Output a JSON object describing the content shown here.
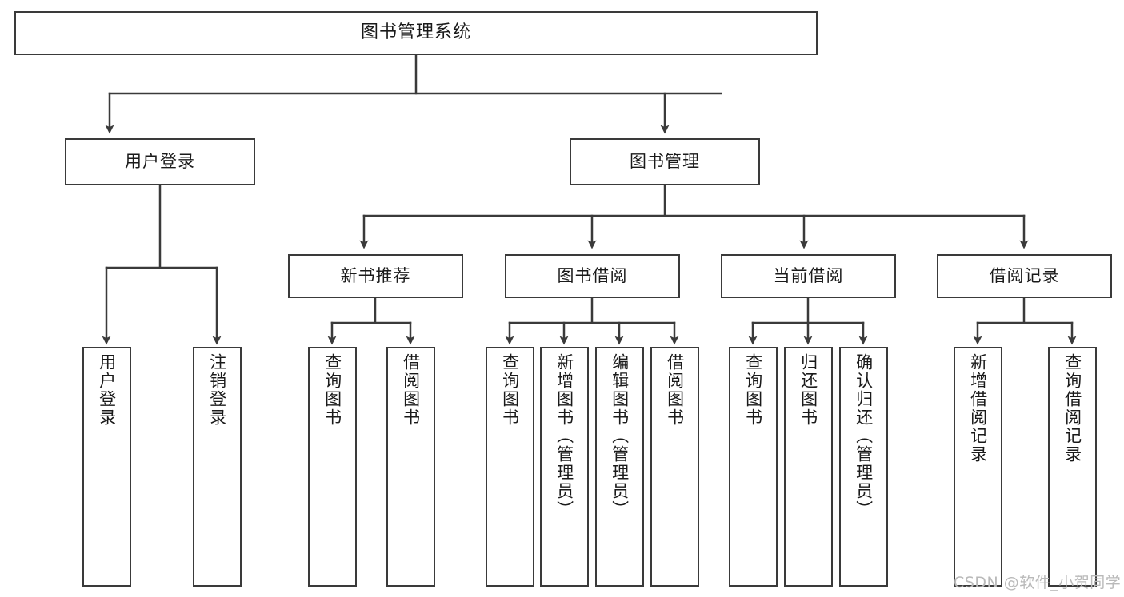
{
  "diagram": {
    "type": "tree",
    "title": "图书管理系统",
    "orientation": "top-down",
    "levels": 4,
    "colors": {
      "stroke": "#3a3a3a",
      "fill": "#ffffff",
      "text": "#1a1a1a",
      "background": "#ffffff",
      "watermark": "#b9b9b9"
    }
  },
  "root": {
    "label": "图书管理系统"
  },
  "level2": [
    {
      "label": "用户登录"
    },
    {
      "label": "图书管理"
    }
  ],
  "level3": [
    {
      "label": "新书推荐"
    },
    {
      "label": "图书借阅"
    },
    {
      "label": "当前借阅"
    },
    {
      "label": "借阅记录"
    }
  ],
  "leaves": {
    "user_login": [
      {
        "label": "用户登录"
      },
      {
        "label": "注销登录"
      }
    ],
    "new_book_recommend": [
      {
        "label": "查询图书"
      },
      {
        "label": "借阅图书"
      }
    ],
    "book_borrow": [
      {
        "label": "查询图书"
      },
      {
        "label": "新增图书（管理员）"
      },
      {
        "label": "编辑图书（管理员）"
      },
      {
        "label": "借阅图书"
      }
    ],
    "current_borrow": [
      {
        "label": "查询图书"
      },
      {
        "label": "归还图书"
      },
      {
        "label": "确认归还（管理员）"
      }
    ],
    "borrow_records": [
      {
        "label": "新增借阅记录"
      },
      {
        "label": "查询借阅记录"
      }
    ]
  },
  "watermark": {
    "text": "CSDN @软件_小贺同学"
  }
}
